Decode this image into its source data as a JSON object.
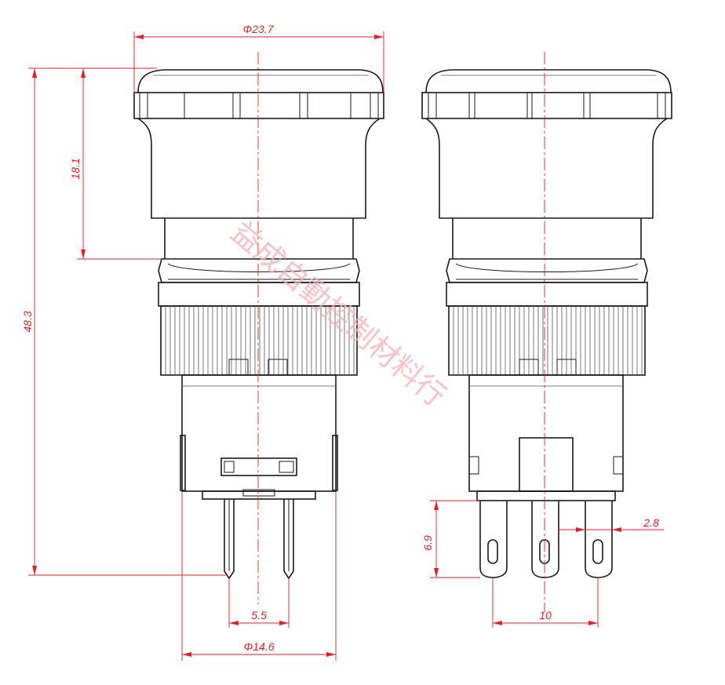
{
  "dimensions": {
    "cap_diameter": "Φ23.7",
    "cap_height": "18.1",
    "total_height": "48.3",
    "pin_spacing": "5.5",
    "body_diameter": "Φ14.6",
    "terminal_length": "6.9",
    "terminal_width": "2.8",
    "terminal_spacing": "10"
  },
  "watermark": "益成自動控制材料行",
  "colors": {
    "outline": "#1a1a1a",
    "dimension": "#e0202a",
    "watermark": "#f2b0b8"
  }
}
